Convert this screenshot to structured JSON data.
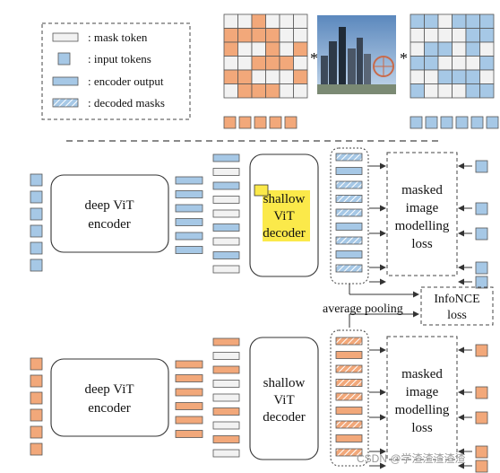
{
  "legend": {
    "mask_token": ": mask token",
    "input_tokens": ": input tokens",
    "encoder_output": ": encoder output",
    "decoded_masks": ": decoded masks"
  },
  "operators": {
    "left": "*",
    "right": "*"
  },
  "top_branch": {
    "encoder_line1": "deep ViT",
    "encoder_line2": "encoder",
    "decoder_line1": "shallow",
    "decoder_line2": "ViT",
    "decoder_line3": "decoder",
    "loss_line1": "masked",
    "loss_line2": "image",
    "loss_line3": "modelling",
    "loss_line4": "loss"
  },
  "bottom_branch": {
    "encoder_line1": "deep ViT",
    "encoder_line2": "encoder",
    "decoder_line1": "shallow",
    "decoder_line2": "ViT",
    "decoder_line3": "decoder",
    "loss_line1": "masked",
    "loss_line2": "image",
    "loss_line3": "modelling",
    "loss_line4": "loss"
  },
  "pooling_label": "average pooling",
  "infonce_line1": "InfoNCE",
  "infonce_line2": "loss",
  "watermark": "CSDN @学渣渣渣渣渣",
  "colors": {
    "blue": "#a6c8e6",
    "orange": "#f2a87a",
    "mask_gray": "#f2f2f2",
    "highlight": "#fbe94a",
    "stroke": "#333333"
  }
}
